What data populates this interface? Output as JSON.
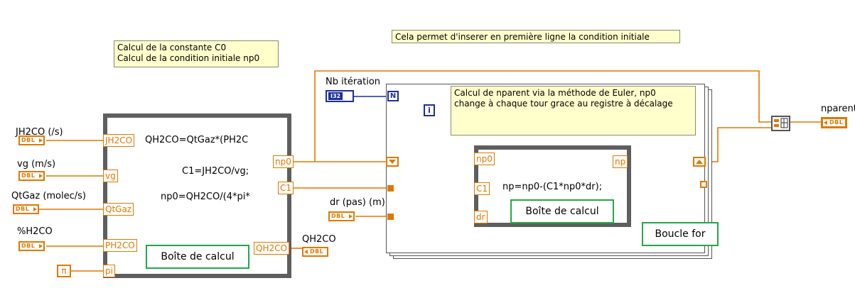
{
  "notes": {
    "c0_line1": "Calcul de la constante C0",
    "c0_line2": "Calcul de la condition initiale np0",
    "initial_insert": "Cela permet d'inserer en première ligne la condition initiale",
    "euler_line1": "Calcul de nparent via la méthode de Euler, np0",
    "euler_line2": "change à chaque tour grace au registre à décalage"
  },
  "controls": {
    "jh2co_label": "JH2CO (/s)",
    "vg_label": "vg (m/s)",
    "qtgaz_label": "QtGaz (molec/s)",
    "ph2co_label": "%H2CO",
    "dr_label": "dr (pas) (m)",
    "nb_iteration_label": "Nb itération",
    "dbl": "DBL",
    "i32": "I32",
    "pi": "π"
  },
  "indicators": {
    "qh2co_label": "QH2CO",
    "nparent_label": "nparent",
    "dbl": "DBL"
  },
  "formula_node_1": {
    "in_jh2co": "JH2CO",
    "in_vg": "vg",
    "in_qtgaz": "QtGaz",
    "in_ph2co": "PH2CO",
    "in_pi": "pi",
    "out_np0": "np0",
    "out_c1": "C1",
    "out_qh2co": "QH2CO",
    "line1": "QH2CO=QtGaz*(PH2C",
    "line2": "C1=JH2CO/vg;",
    "line3": "np0=QH2CO/(4*pi*",
    "caption": "Boîte de calcul"
  },
  "formula_node_2": {
    "in_np0": "np0",
    "in_c1": "C1",
    "in_dr": "dr",
    "out_np": "np",
    "line1": "np=np0-(C1*np0*dr);",
    "caption": "Boîte de calcul"
  },
  "for_loop": {
    "count_terminal": "N",
    "iteration_terminal": "i",
    "caption": "Boucle for"
  },
  "colors": {
    "wire_orange": "#e07800",
    "note_yellow": "#ffffcc",
    "caption_green": "#22a84a",
    "int_blue": "#1c2f9c"
  }
}
